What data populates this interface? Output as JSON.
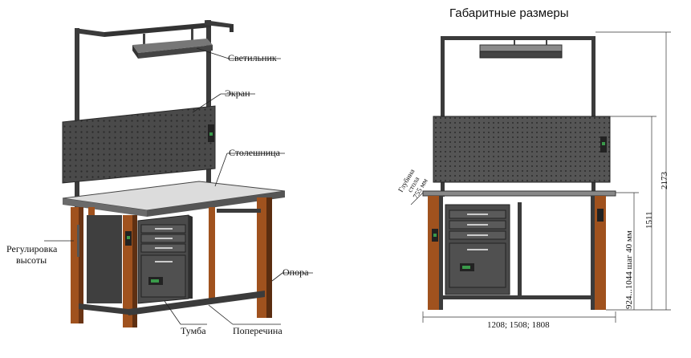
{
  "title": "Габаритные размеры",
  "labels": {
    "lamp": "Светильник",
    "screen": "Экран",
    "tabletop": "Столешница",
    "height_adjust_line1": "Регулировка",
    "height_adjust_line2": "высоты",
    "support": "Опора",
    "cabinet": "Тумба",
    "crossbar": "Поперечина"
  },
  "dimensions": {
    "width": "1208; 1508; 1808",
    "total_height": "2173",
    "screen_height": "1511",
    "table_height": "924...1044  шаг 40 мм",
    "depth_line1": "Глубина",
    "depth_line2": "стола",
    "depth_line3": "755 мм"
  },
  "colors": {
    "frame": "#3b3b3b",
    "wood": "#a0521e",
    "top": "#d9d9d9",
    "cabinet": "#4a4a4a",
    "accent": "#3a9a4a"
  }
}
